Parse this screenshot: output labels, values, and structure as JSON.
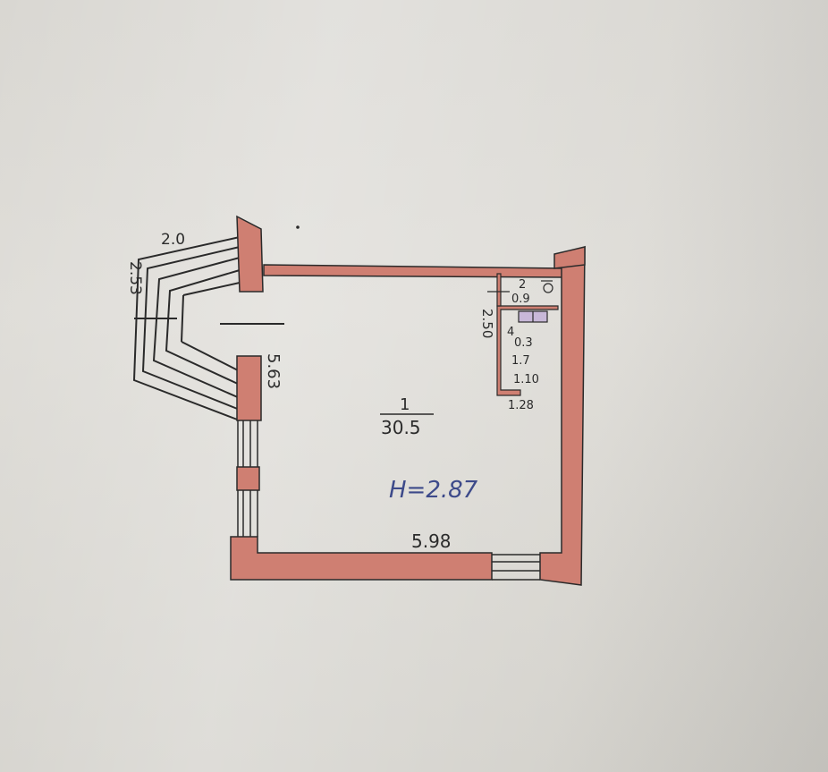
{
  "plan": {
    "room_number": "1",
    "room_area": "30.5",
    "ceiling_height": "H=2.87",
    "bottom_wall_length": "5.98",
    "left_wall_length": "5.63",
    "bay_width": "2.0",
    "bay_depth": "2.53",
    "closet_side": "2.50",
    "small_room_number": "2",
    "small_room_area": "0.9",
    "closet_labels": [
      "4",
      "0.3",
      "1.7",
      "1.10",
      "1.28"
    ],
    "wall_color": "#cf7f72",
    "line_color": "#2a2a2a",
    "ink_blue": "#3d4a8a"
  }
}
